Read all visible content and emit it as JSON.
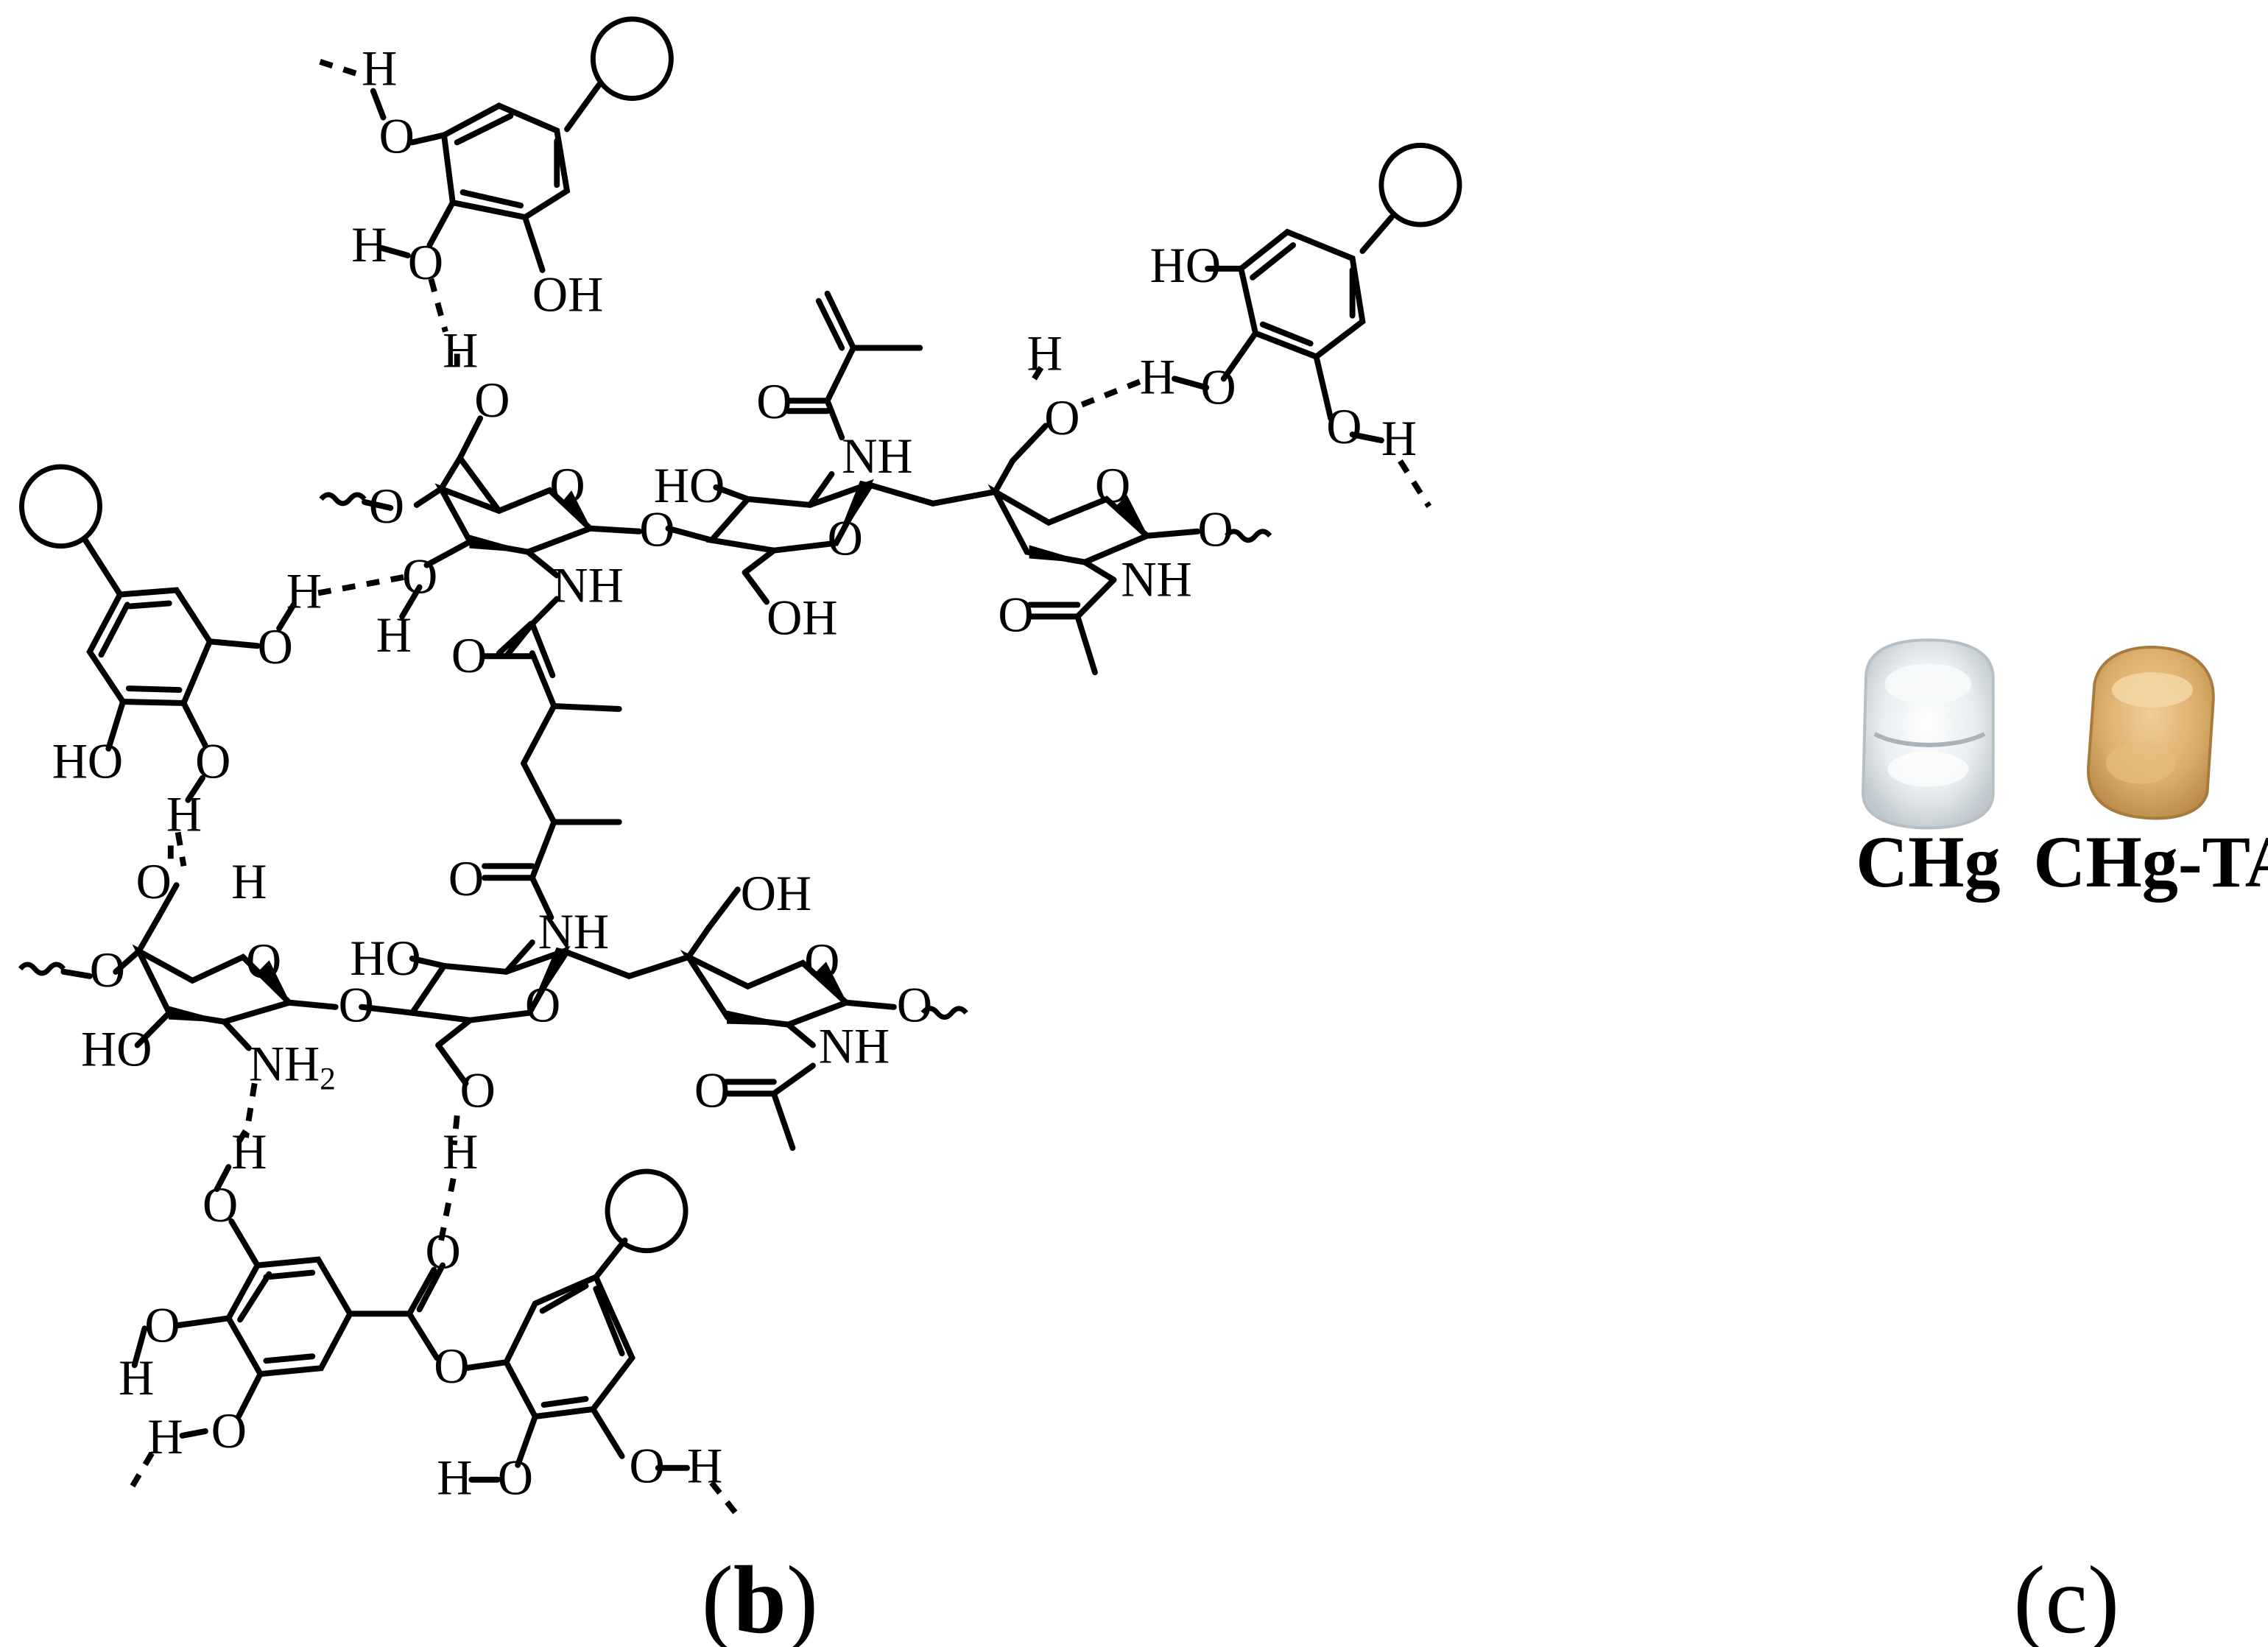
{
  "panels": {
    "b": {
      "label_open": "(",
      "label_letter": "b",
      "label_close": ")"
    },
    "c": {
      "label_open": "(",
      "label_letter": "c",
      "label_close": ")"
    }
  },
  "atoms": {
    "O": "O",
    "H": "H",
    "OH": "OH",
    "HO": "HO",
    "NH": "NH",
    "NH2_main": "NH",
    "NH2_sub": "2"
  },
  "samples": [
    {
      "name": "CHg",
      "color": "#e6ecef"
    },
    {
      "name": "CHg-TA",
      "color": "#d8a868"
    }
  ]
}
